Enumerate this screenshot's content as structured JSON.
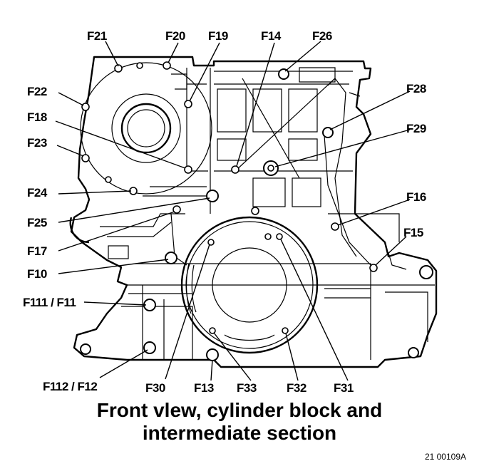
{
  "diagram": {
    "labels": [
      {
        "id": "F21",
        "text": "F21"
      },
      {
        "id": "F20",
        "text": "F20"
      },
      {
        "id": "F19",
        "text": "F19"
      },
      {
        "id": "F14",
        "text": "F14"
      },
      {
        "id": "F26",
        "text": "F26"
      },
      {
        "id": "F22",
        "text": "F22"
      },
      {
        "id": "F28",
        "text": "F28"
      },
      {
        "id": "F18",
        "text": "F18"
      },
      {
        "id": "F29",
        "text": "F29"
      },
      {
        "id": "F23",
        "text": "F23"
      },
      {
        "id": "F24",
        "text": "F24"
      },
      {
        "id": "F16",
        "text": "F16"
      },
      {
        "id": "F25",
        "text": "F25"
      },
      {
        "id": "F15",
        "text": "F15"
      },
      {
        "id": "F17",
        "text": "F17"
      },
      {
        "id": "F10",
        "text": "F10"
      },
      {
        "id": "F11",
        "text": "F111 / F11"
      },
      {
        "id": "F12",
        "text": "F112 / F12"
      },
      {
        "id": "F30",
        "text": "F30"
      },
      {
        "id": "F13",
        "text": "F13"
      },
      {
        "id": "F33",
        "text": "F33"
      },
      {
        "id": "F32",
        "text": "F32"
      },
      {
        "id": "F31",
        "text": "F31"
      }
    ]
  },
  "caption": {
    "line1": "Front vlew, cylinder block and",
    "line2": "intermediate section"
  },
  "reference": "21 00109A"
}
